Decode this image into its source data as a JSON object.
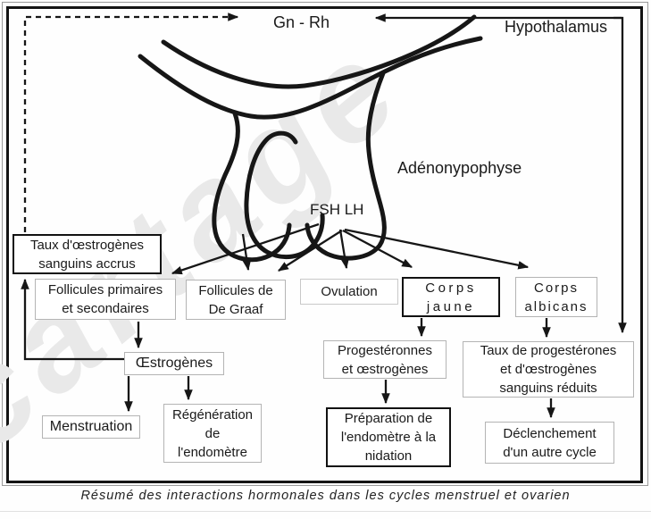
{
  "diagram": {
    "labels": {
      "gn_rh": "Gn - Rh",
      "hypothalamus": "Hypothalamus",
      "adenohypophyse": "Adénonypophyse",
      "fsh_lh": "FSH LH"
    },
    "boxes": {
      "taux_oestrogenes": {
        "lines": [
          "Taux d'œstrogènes",
          "sanguins accrus"
        ]
      },
      "follicules_primaires": {
        "lines": [
          "Follicules primaires",
          "et secondaires"
        ]
      },
      "follicules_de_graaf": {
        "lines": [
          "Follicules de",
          "De Graaf"
        ]
      },
      "ovulation": {
        "lines": [
          "Ovulation"
        ]
      },
      "corps_jaune": {
        "lines": [
          "Corps",
          "jaune"
        ]
      },
      "corps_albicans": {
        "lines": [
          "Corps",
          "albicans"
        ]
      },
      "oestrogenes": {
        "lines": [
          "Œstrogènes"
        ]
      },
      "progesteronnes": {
        "lines": [
          "Progestéronnes",
          "et œstrogènes"
        ]
      },
      "taux_reduits": {
        "lines": [
          "Taux de progestérones",
          "et d'œstrogènes",
          "sanguins réduits"
        ]
      },
      "menstruation": {
        "lines": [
          "Menstruation"
        ]
      },
      "regeneration": {
        "lines": [
          "Régénération",
          "de",
          "l'endomètre"
        ]
      },
      "preparation": {
        "lines": [
          "Préparation de",
          "l'endomètre à la",
          "nidation"
        ]
      },
      "declenchement": {
        "lines": [
          "Déclenchement",
          "d'un autre cycle"
        ]
      }
    },
    "caption": "Résumé des interactions hormonales dans les cycles menstruel et ovarien",
    "watermark": "cartage",
    "connections": [
      {
        "from": "taux_oestrogenes",
        "to": "gn_rh",
        "style": "dashed-arrow"
      },
      {
        "from": "hypothalamus",
        "to": "gn_rh",
        "style": "arrow"
      },
      {
        "from": "hypothalamus",
        "to": "taux_reduits",
        "style": "arrow"
      },
      {
        "from": "fsh_lh",
        "to": "follicules_primaires",
        "style": "arrow"
      },
      {
        "from": "fsh_lh",
        "to": "follicules_de_graaf",
        "style": "arrow"
      },
      {
        "from": "fsh_lh",
        "to": "ovulation",
        "style": "arrow"
      },
      {
        "from": "fsh_lh",
        "to": "corps_jaune",
        "style": "arrow"
      },
      {
        "from": "fsh_lh",
        "to": "corps_albicans",
        "style": "arrow"
      },
      {
        "from": "follicules_primaires",
        "to": "oestrogenes",
        "style": "arrow"
      },
      {
        "from": "oestrogenes",
        "to": "taux_oestrogenes",
        "style": "arrow"
      },
      {
        "from": "oestrogenes",
        "to": "menstruation",
        "style": "arrow"
      },
      {
        "from": "oestrogenes",
        "to": "regeneration",
        "style": "arrow"
      },
      {
        "from": "corps_jaune",
        "to": "progesteronnes",
        "style": "arrow"
      },
      {
        "from": "corps_albicans",
        "to": "taux_reduits",
        "style": "arrow"
      },
      {
        "from": "progesteronnes",
        "to": "preparation",
        "style": "arrow"
      },
      {
        "from": "taux_reduits",
        "to": "declenchement",
        "style": "arrow"
      }
    ],
    "colors": {
      "ink": "#161616",
      "box_border_light": "#b4b4b4",
      "box_border_strong": "#121212",
      "frame_outer": "#9a9a9a",
      "watermark": "#e9e9e9",
      "background": "#fefefe"
    }
  }
}
